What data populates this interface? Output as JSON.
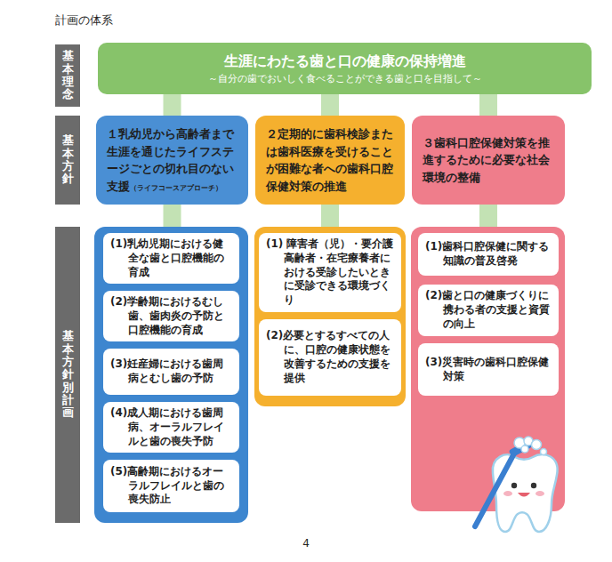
{
  "diagram": {
    "title": "計画の体系",
    "nodes": [
      {
        "text": [
          "基本理念"
        ]
      },
      {
        "text": [
          "生涯にわたる歯と口の健康の保持増進",
          "～自分の歯でおいしく食べることができる歯と口を目指して～"
        ]
      },
      {
        "text": [
          "基本方針"
        ]
      },
      {
        "text": [
          "１乳幼児から高齢者まで生涯を通じたライフステージごとの切れ目のない支援",
          "（ライフコースアプローチ）"
        ]
      },
      {
        "text": [
          "２定期的に歯科検診または歯科医療を受けることが困難な者への歯科口腔保健対策の推進"
        ]
      },
      {
        "text": [
          "３歯科口腔保健対策を推進するために必要な社会環境の整備"
        ]
      },
      {
        "text": [
          "基本方針別計画"
        ]
      },
      {
        "text": []
      },
      {
        "text": [
          "(1)乳幼児期における健全な歯と口腔機能の育成"
        ],
        "in": 7
      },
      {
        "text": [
          "(2)学齢期におけるむし歯、歯肉炎の予防と口腔機能の育成"
        ],
        "in": 7
      },
      {
        "text": [
          "(3)妊産婦における歯周病とむし歯の予防"
        ],
        "in": 7
      },
      {
        "text": [
          "(4)成人期における歯周病、オーラルフレイルと歯の喪失予防"
        ],
        "in": 7
      },
      {
        "text": [
          "(5)高齢期におけるオーラルフレイルと歯の喪失防止"
        ],
        "in": 7
      },
      {
        "text": []
      },
      {
        "text": [
          "(1) 障害者（児）・要介護高齢者・在宅療養者における受診したいときに受診できる環境づくり"
        ],
        "in": 13
      },
      {
        "text": [
          "(2)必要とするすべての人に、口腔の健康状態を改善するための支援を提供"
        ],
        "in": 13
      },
      {
        "text": []
      },
      {
        "text": [
          "(1)歯科口腔保健に関する知識の普及啓発"
        ],
        "in": 16
      },
      {
        "text": [
          "(2)歯と口の健康づくりに携わる者の支援と資質の向上"
        ],
        "in": 16
      },
      {
        "text": [
          "(3)災害時の歯科口腔保健対策"
        ],
        "in": 16
      }
    ],
    "edges": [
      {
        "from": 1,
        "to": 3,
        "arrow": "none"
      },
      {
        "from": 1,
        "to": 4,
        "arrow": "none"
      },
      {
        "from": 1,
        "to": 5,
        "arrow": "none"
      },
      {
        "from": 3,
        "to": 7,
        "arrow": "none"
      },
      {
        "from": 4,
        "to": 13,
        "arrow": "none"
      },
      {
        "from": 5,
        "to": 16,
        "arrow": "none"
      }
    ],
    "labels": [
      "4"
    ]
  }
}
